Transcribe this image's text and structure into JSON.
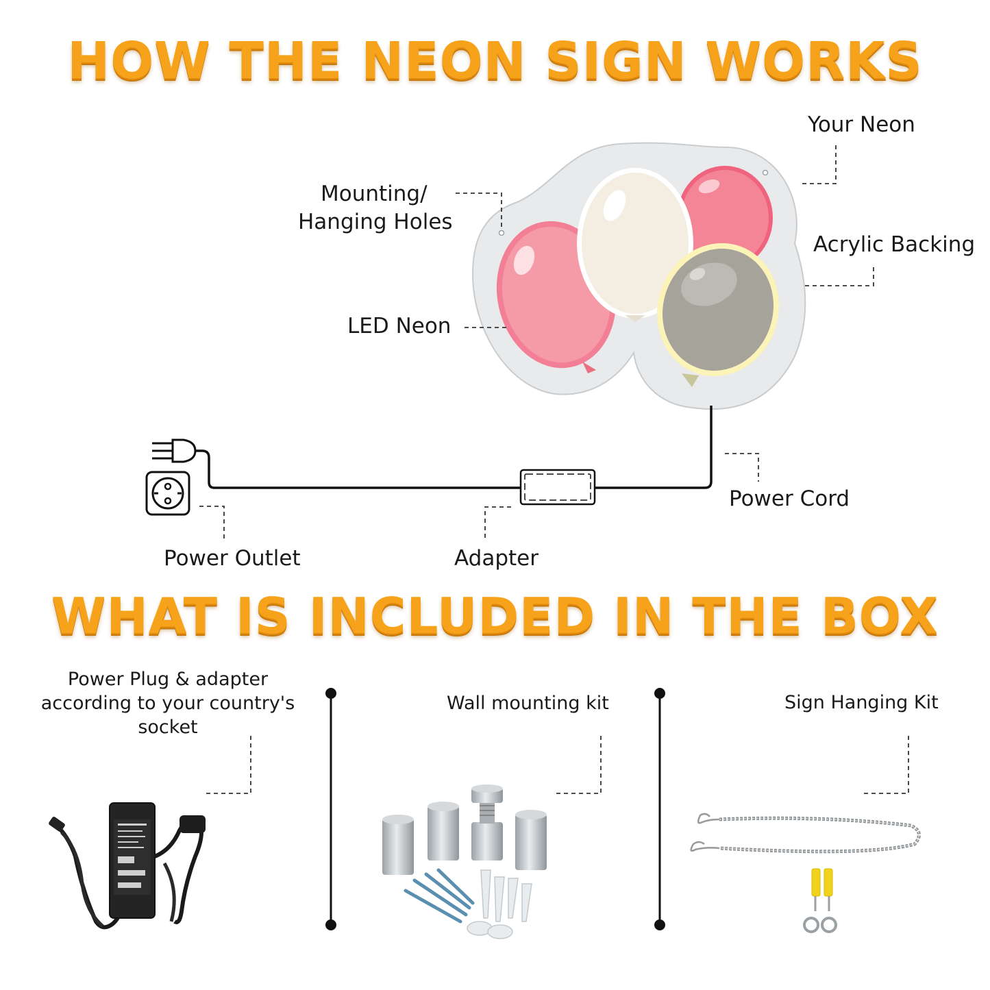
{
  "headings": {
    "how": "HOW THE NEON SIGN WORKS",
    "box": "WHAT IS INCLUDED IN THE BOX"
  },
  "callouts": {
    "your_neon": "Your Neon",
    "mounting": "Mounting/",
    "hanging": "Hanging Holes",
    "acrylic": "Acrylic Backing",
    "led_neon": "LED Neon",
    "power_cord": "Power Cord",
    "power_outlet": "Power Outlet",
    "adapter": "Adapter"
  },
  "box_items": {
    "plug_line1": "Power Plug & adapter",
    "plug_line2": "according to your country's",
    "plug_line3": "socket",
    "wall_kit": "Wall mounting kit",
    "hanging_kit": "Sign Hanging Kit"
  },
  "colors": {
    "heading": "#f7a21b",
    "balloon_pink": "#f59aa7",
    "balloon_red": "#f0637f",
    "balloon_cream": "#f4eee2",
    "balloon_grey": "#a5a39a",
    "backing": "#e8eaeb"
  },
  "icons": [
    "plug-icon",
    "socket-icon",
    "adapter-icon",
    "balloon-sign",
    "power-adapter-photo",
    "standoff-kit-photo",
    "chain-kit-photo"
  ]
}
